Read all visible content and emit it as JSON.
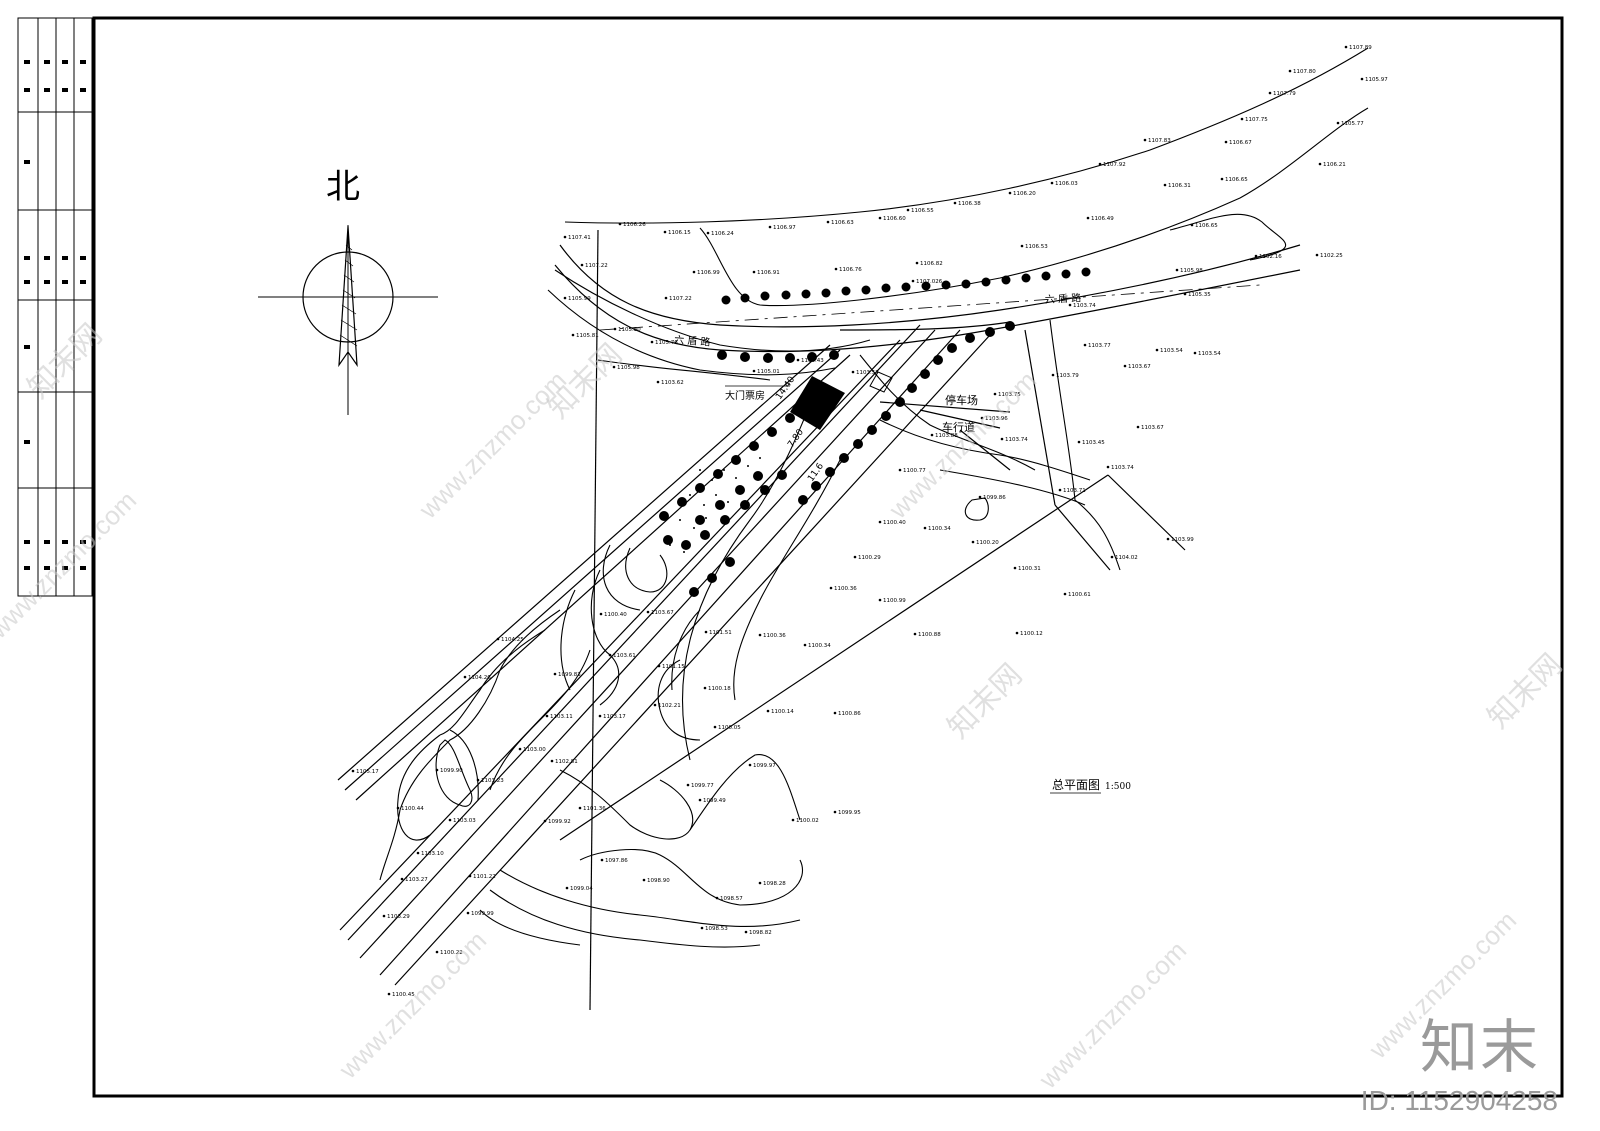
{
  "sheet": {
    "north_label": "北",
    "road_name_upper": "六 盾 路",
    "road_name_lower": "六 盾 路",
    "gate_label": "大门票房",
    "parking_label": "停车场",
    "driveway_label": "车行道",
    "title": "总平面图",
    "scale": "1:500",
    "dim_a": "14.40",
    "dim_b": "7.80",
    "dim_c": "11.6"
  },
  "elevations": [
    "1107.89",
    "1107.80",
    "1105.97",
    "1107.79",
    "1107.75",
    "1105.77",
    "1107.83",
    "1106.67",
    "1107.92",
    "1106.21",
    "1106.20",
    "1106.03",
    "1106.65",
    "1106.31",
    "1106.38",
    "1106.55",
    "1106.60",
    "1106.63",
    "1106.97",
    "1106.24",
    "1106.15",
    "1106.26",
    "1107.41",
    "1107.22",
    "1106.99",
    "1106.91",
    "1106.76",
    "1106.53",
    "1106.49",
    "1106.65",
    "1106.82",
    "1107.026",
    "1105.99",
    "1105.98",
    "1102.16",
    "1102.25",
    "1107.22",
    "1105.80",
    "1105.81",
    "1105.76",
    "1105.98",
    "1103.62",
    "1105.01",
    "1104.43",
    "1103.57",
    "1105.35",
    "1103.74",
    "1103.77",
    "1103.54",
    "1103.54",
    "1103.67",
    "1103.79",
    "1103.75",
    "1103.96",
    "1103.88",
    "1103.74",
    "1103.45",
    "1103.67",
    "1103.74",
    "1100.77",
    "1099.86",
    "1103.71",
    "1100.40",
    "1100.34",
    "1103.99",
    "1100.20",
    "1100.29",
    "1104.02",
    "1100.31",
    "1100.36",
    "1100.99",
    "1100.61",
    "1100.12",
    "1100.88",
    "1100.36",
    "1100.34",
    "1100.18",
    "1100.14",
    "1100.86",
    "1100.05",
    "1099.97",
    "1099.95",
    "1099.77",
    "1099.49",
    "1100.02",
    "1103.67",
    "1101.51",
    "1101.15",
    "1102.21",
    "1103.17",
    "1103.11",
    "1103.00",
    "1102.81",
    "1101.36",
    "1099.92",
    "1103.61",
    "1100.40",
    "1099.83",
    "1104.25",
    "1104.26",
    "1105.17",
    "1099.90",
    "1103.23",
    "1100.44",
    "1103.03",
    "1103.10",
    "1103.27",
    "1101.22",
    "1099.99",
    "1103.29",
    "1100.22",
    "1100.45",
    "1099.04",
    "1098.90",
    "1098.57",
    "1098.28",
    "1098.53",
    "1098.82",
    "1097.86"
  ],
  "watermark": {
    "site": "www.znzmo.com",
    "cn": "知末网",
    "brand": "知末",
    "id": "ID: 1152904258"
  }
}
